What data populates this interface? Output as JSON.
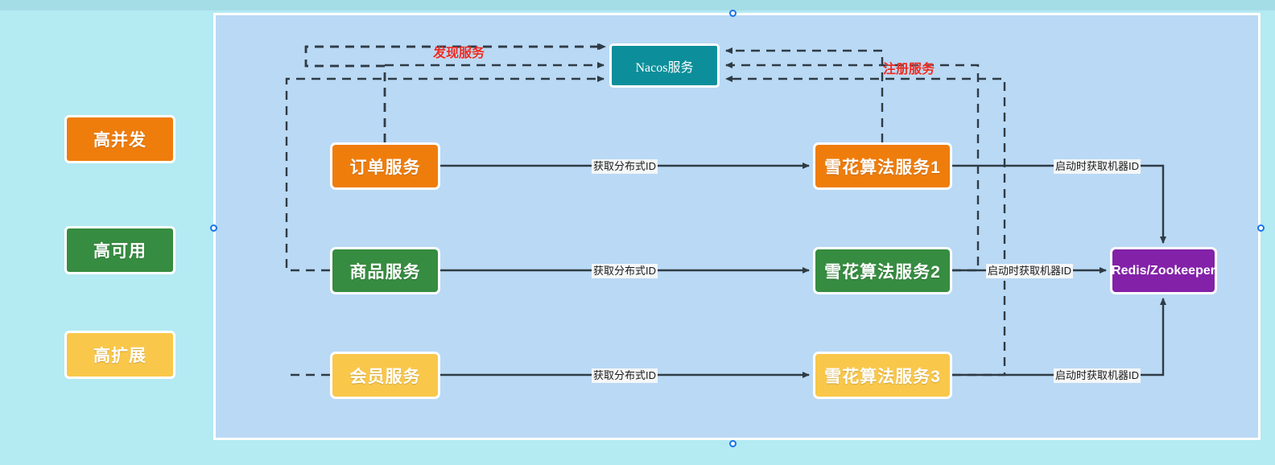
{
  "page": {
    "background": "#b4eaf2",
    "canvas_background": "#b9d9f5",
    "selection_border": "#ffffff",
    "handle_color": "#1a73e8"
  },
  "side_tags": [
    {
      "label": "高并发",
      "color": "#ef7d0c"
    },
    {
      "label": "高可用",
      "color": "#368c40"
    },
    {
      "label": "高扩展",
      "color": "#f9c74a"
    }
  ],
  "nodes": {
    "nacos": {
      "label": "Nacos服务",
      "color": "#0c8f9b"
    },
    "order": {
      "label": "订单服务",
      "color": "#ef7d0c"
    },
    "product": {
      "label": "商品服务",
      "color": "#368c40"
    },
    "member": {
      "label": "会员服务",
      "color": "#f9c74a"
    },
    "snow1": {
      "label": "雪花算法服务1",
      "color": "#ef7d0c"
    },
    "snow2": {
      "label": "雪花算法服务2",
      "color": "#368c40"
    },
    "snow3": {
      "label": "雪花算法服务3",
      "color": "#f9c74a"
    },
    "redis": {
      "label": "Redis/Zookeeper",
      "color": "#8321a8"
    }
  },
  "annotations": {
    "discover": {
      "label": "发现服务",
      "color": "#ee2a22"
    },
    "register": {
      "label": "注册服务",
      "color": "#ee2a22"
    }
  },
  "edge_labels": {
    "get_id_1": "获取分布式ID",
    "get_id_2": "获取分布式ID",
    "get_id_3": "获取分布式ID",
    "machine_id_1": "启动时获取机器ID",
    "machine_id_2": "启动时获取机器ID",
    "machine_id_3": "启动时获取机器ID"
  }
}
